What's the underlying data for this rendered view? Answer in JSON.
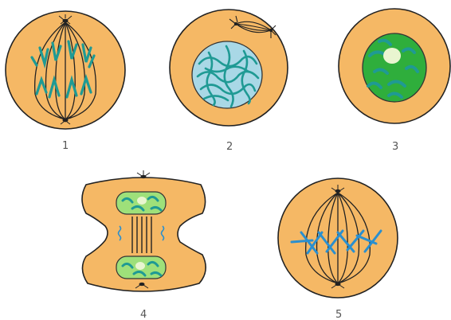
{
  "colors": {
    "cytoplasm": "#f5b865",
    "cell_outline": "#222222",
    "nucleus_blue": "#a9d8e6",
    "nucleus_green": "#2fae3c",
    "nucleus_light_green": "#9ee07a",
    "chromosome": "#1f9a94",
    "chromosome_blue": "#2a8fcf",
    "nucleolus": "#e9f5d0"
  },
  "cells": [
    {
      "id": "cell-1",
      "label": "1",
      "stage_icons": [
        "spindle-icon",
        "chromosome-icon",
        "centrosome-icon"
      ]
    },
    {
      "id": "cell-2",
      "label": "2",
      "stage_icons": [
        "nucleus-icon",
        "chromatin-icon",
        "centrosome-icon"
      ]
    },
    {
      "id": "cell-3",
      "label": "3",
      "stage_icons": [
        "nucleus-icon",
        "chromatin-icon",
        "nucleolus-icon"
      ]
    },
    {
      "id": "cell-4",
      "label": "4",
      "stage_icons": [
        "daughter-nucleus-icon",
        "spindle-icon",
        "centrosome-icon"
      ]
    },
    {
      "id": "cell-5",
      "label": "5",
      "stage_icons": [
        "spindle-icon",
        "chromosome-icon",
        "centrosome-icon"
      ]
    }
  ]
}
